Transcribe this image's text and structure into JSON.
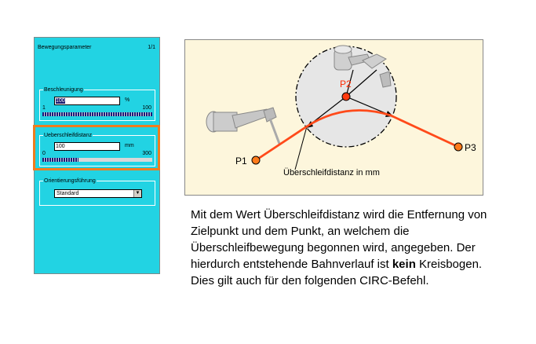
{
  "panel": {
    "title": "Bewegungsparameter",
    "page": "1/1",
    "acceleration": {
      "label": "Beschleunigung",
      "value": "100",
      "unit": "%",
      "min": "1",
      "max": "100",
      "fraction": 1.0
    },
    "approx_distance": {
      "label": "Ueberschleifdistanz",
      "value": "100",
      "unit": "mm",
      "min": "0",
      "max": "300",
      "fraction": 0.33
    },
    "orientation": {
      "label": "Orientierungsführung",
      "value": "Standard"
    }
  },
  "diagram": {
    "p1": "P1",
    "p2": "P2",
    "p3": "P3",
    "distance_label": "Überschleifdistanz in mm"
  },
  "caption": {
    "part1": "Mit dem Wert Überschleifdistanz wird die Entfernung von Zielpunkt und dem Punkt, an welchem die Überschleifbewegung begonnen wird, angegeben. Der hierdurch entstehende Bahnverlauf ist ",
    "bold": "kein",
    "part2": " Kreisbogen. Dies gilt auch für den folgenden CIRC-Befehl."
  },
  "colors": {
    "panel_bg": "#22d3e3",
    "highlight": "#f07d1e",
    "path": "#ff4a1a"
  }
}
